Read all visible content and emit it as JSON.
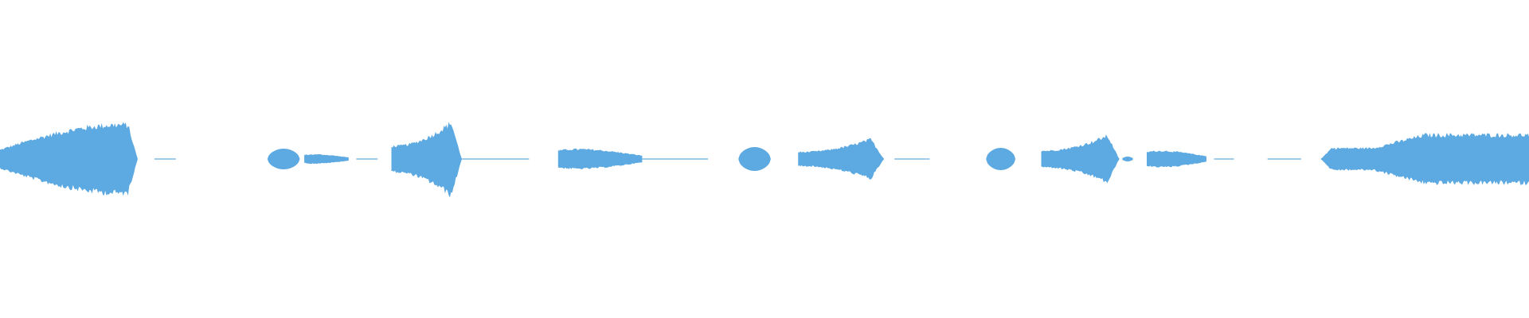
{
  "waveform": {
    "color": "#5DA9E1",
    "background": "#FFFFFF",
    "icon": "waveform-icon",
    "segments": [
      {
        "start": 0.0,
        "end": 0.09,
        "peak": 0.52,
        "shape": "swell"
      },
      {
        "start": 0.101,
        "end": 0.115,
        "peak": 0.01,
        "shape": "flat"
      },
      {
        "start": 0.175,
        "end": 0.196,
        "peak": 0.13,
        "shape": "blob"
      },
      {
        "start": 0.199,
        "end": 0.228,
        "peak": 0.08,
        "shape": "taper"
      },
      {
        "start": 0.233,
        "end": 0.247,
        "peak": 0.02,
        "shape": "flat"
      },
      {
        "start": 0.256,
        "end": 0.302,
        "peak": 0.5,
        "shape": "rise"
      },
      {
        "start": 0.302,
        "end": 0.346,
        "peak": 0.01,
        "shape": "flat"
      },
      {
        "start": 0.365,
        "end": 0.42,
        "peak": 0.17,
        "shape": "taper"
      },
      {
        "start": 0.42,
        "end": 0.463,
        "peak": 0.01,
        "shape": "flat"
      },
      {
        "start": 0.483,
        "end": 0.504,
        "peak": 0.15,
        "shape": "blob"
      },
      {
        "start": 0.522,
        "end": 0.578,
        "peak": 0.27,
        "shape": "rise"
      },
      {
        "start": 0.585,
        "end": 0.608,
        "peak": 0.01,
        "shape": "flat"
      },
      {
        "start": 0.645,
        "end": 0.664,
        "peak": 0.14,
        "shape": "blob"
      },
      {
        "start": 0.681,
        "end": 0.732,
        "peak": 0.32,
        "shape": "rise"
      },
      {
        "start": 0.734,
        "end": 0.741,
        "peak": 0.03,
        "shape": "blob"
      },
      {
        "start": 0.75,
        "end": 0.789,
        "peak": 0.14,
        "shape": "taper"
      },
      {
        "start": 0.794,
        "end": 0.807,
        "peak": 0.01,
        "shape": "flat"
      },
      {
        "start": 0.829,
        "end": 0.851,
        "peak": 0.01,
        "shape": "flat"
      },
      {
        "start": 0.864,
        "end": 1.0,
        "peak": 0.33,
        "shape": "plateau"
      }
    ]
  }
}
